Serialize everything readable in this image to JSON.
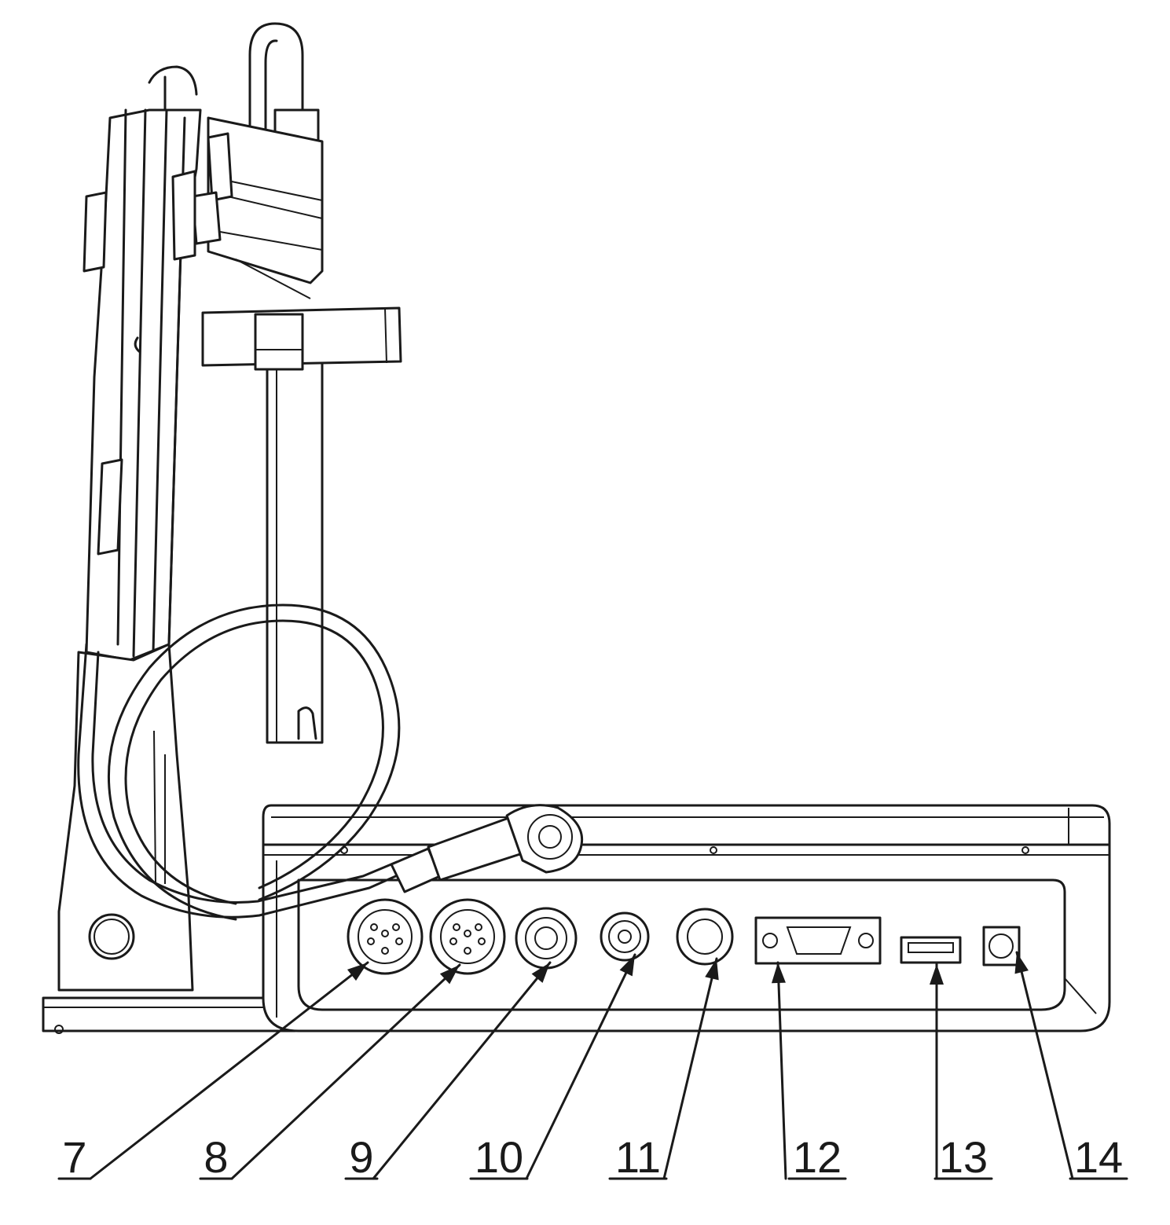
{
  "callouts": [
    {
      "id": "port-7",
      "label": "7"
    },
    {
      "id": "port-8",
      "label": "8"
    },
    {
      "id": "port-9",
      "label": "9"
    },
    {
      "id": "port-10",
      "label": "10"
    },
    {
      "id": "port-11",
      "label": "11"
    },
    {
      "id": "port-12",
      "label": "12"
    },
    {
      "id": "port-13",
      "label": "13"
    },
    {
      "id": "port-14",
      "label": "14"
    }
  ],
  "colors": {
    "line": "#1a1a1a",
    "background": "#ffffff"
  }
}
